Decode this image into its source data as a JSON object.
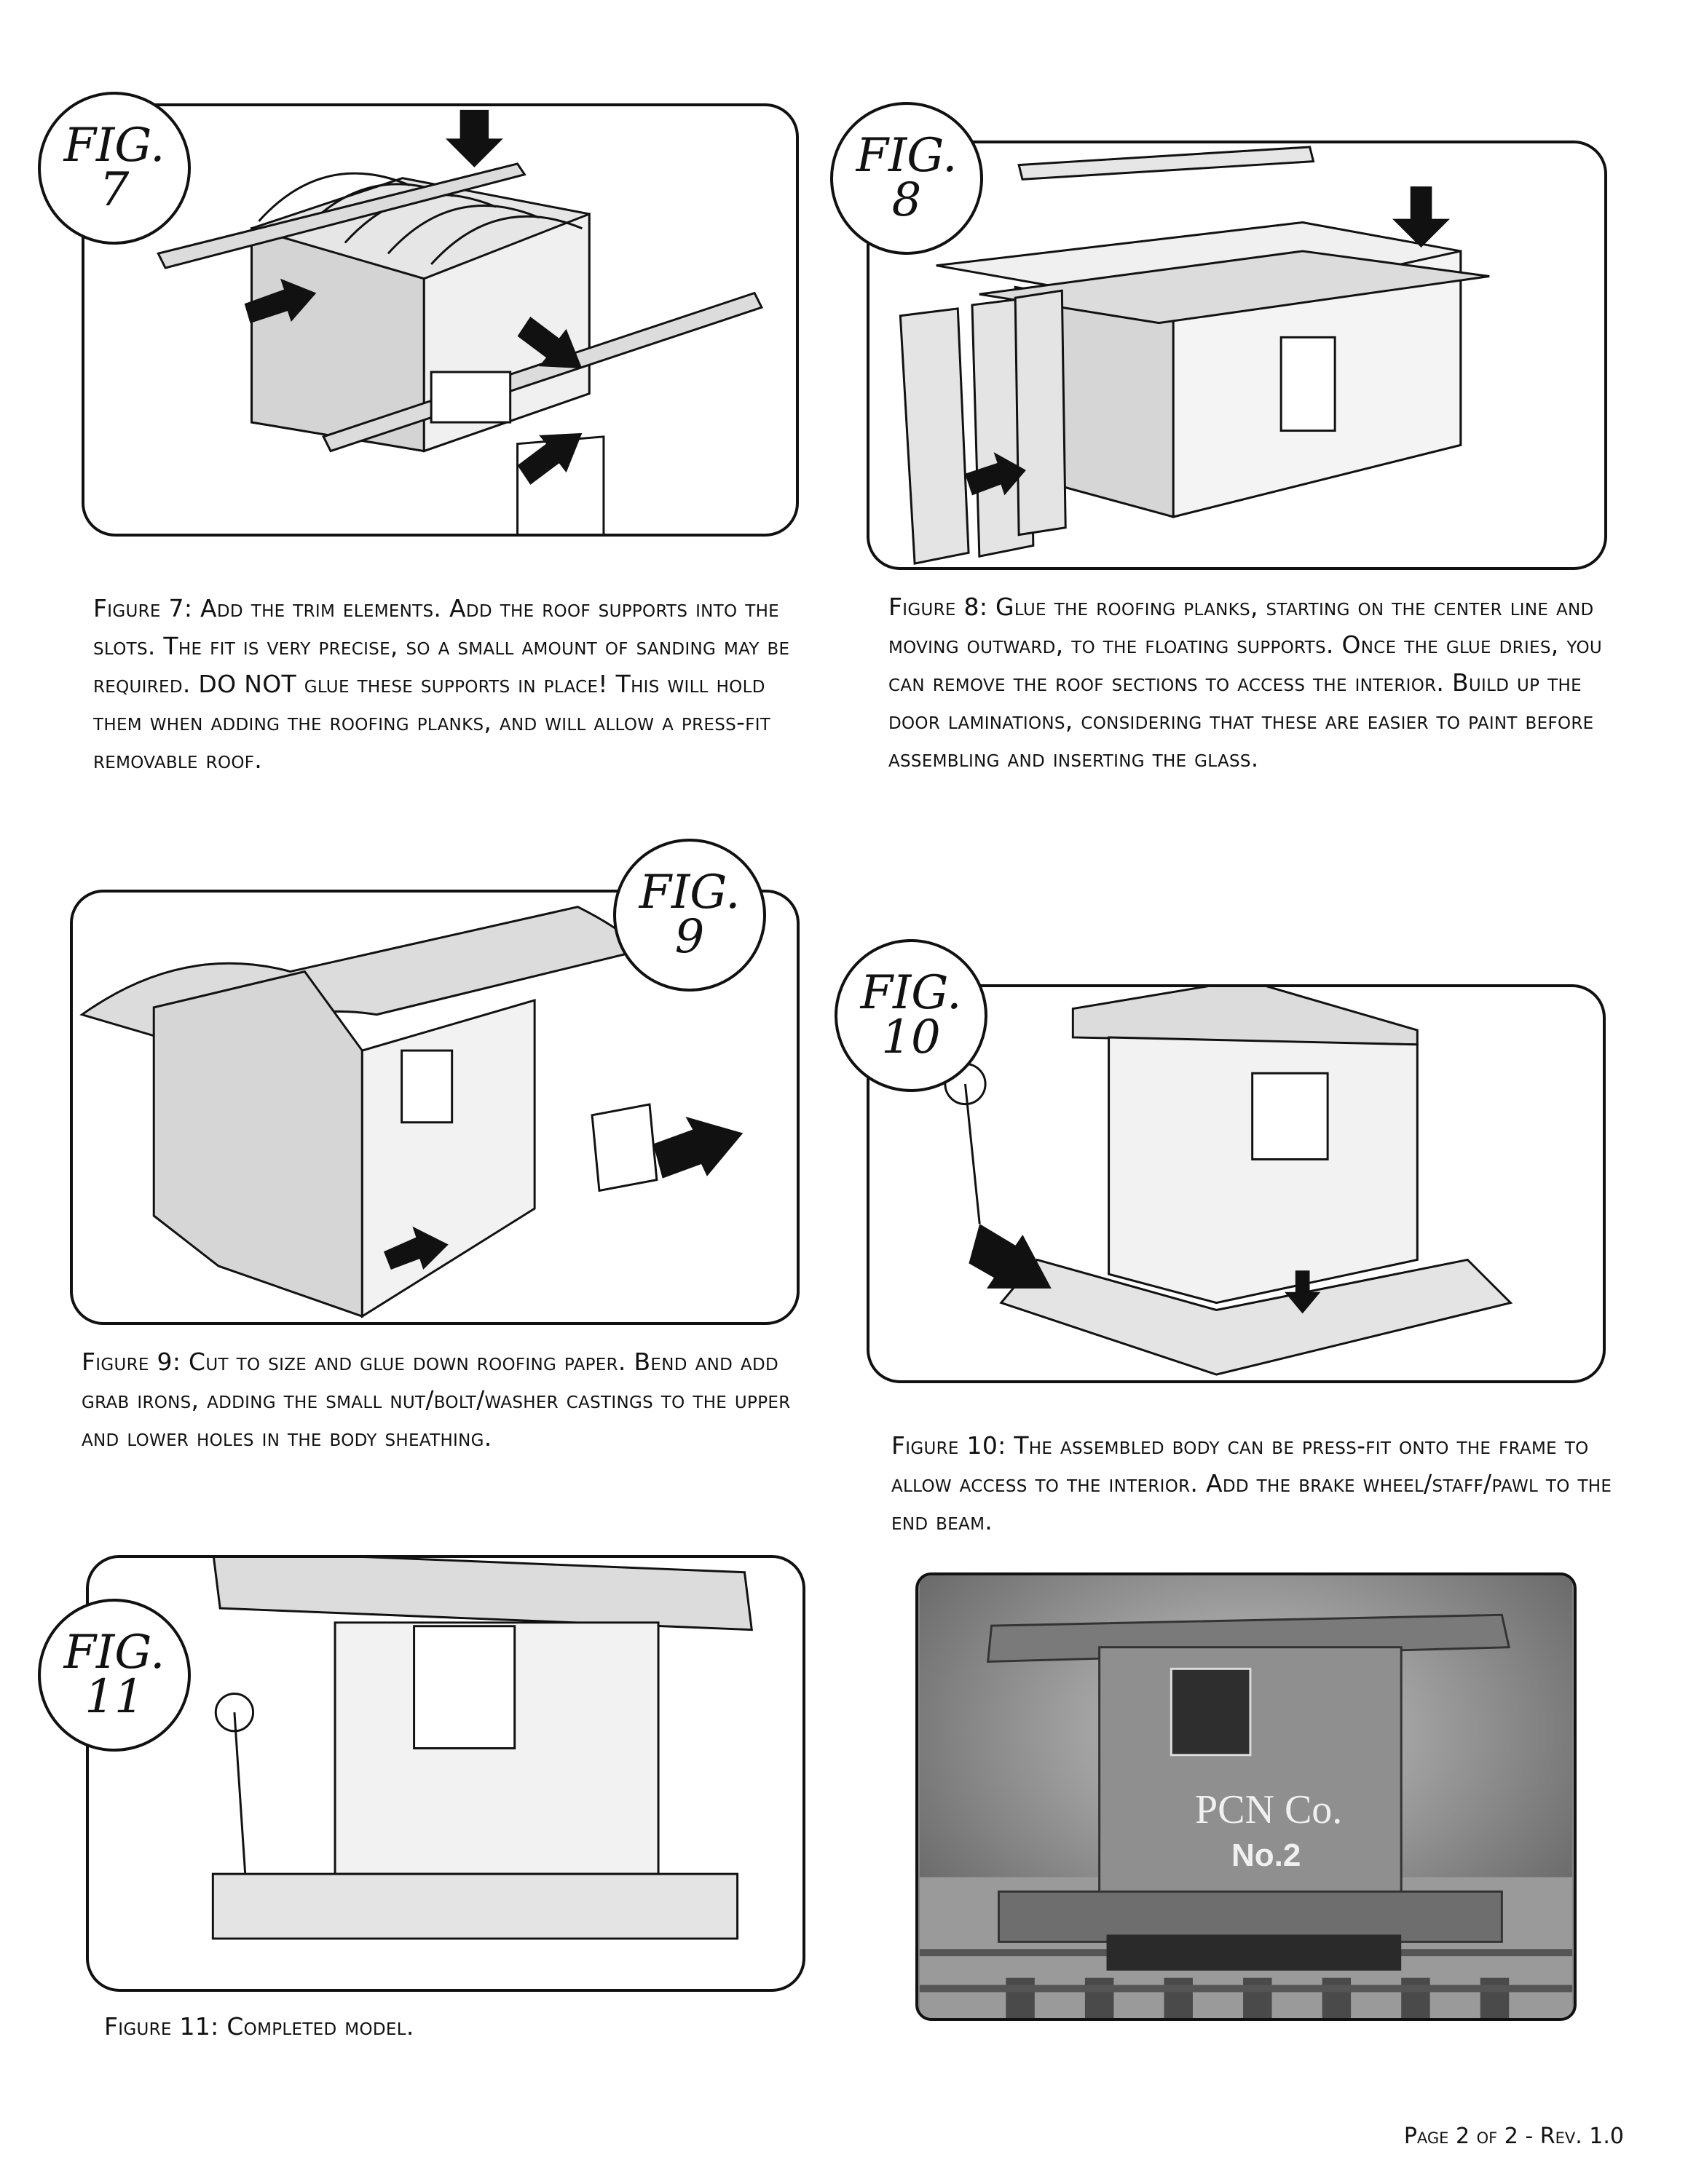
{
  "figures": [
    {
      "badge_word": "FIG.",
      "badge_num": "7",
      "caption": "Figure 7: Add the trim elements. Add the roof supports into the slots. The fit is very precise, so a small amount of sanding may be required. DO NOT glue these supports in place! This will hold them when adding the roofing planks, and will allow a press-fit removable roof."
    },
    {
      "badge_word": "FIG.",
      "badge_num": "8",
      "caption": "Figure 8: Glue the roofing planks, starting on the center line and moving outward, to the floating supports. Once the glue dries, you can remove the roof sections to access the interior. Build up the door laminations, considering that these are easier to paint before assembling and inserting the glass."
    },
    {
      "badge_word": "FIG.",
      "badge_num": "9",
      "caption": "Figure 9: Cut to size and glue down roofing paper. Bend and add grab irons, adding the small nut/bolt/washer castings to the upper and lower holes in the body sheathing."
    },
    {
      "badge_word": "FIG.",
      "badge_num": "10",
      "caption": "Figure 10: The assembled body can be press-fit onto the frame to allow access to the interior. Add the brake wheel/staff/pawl to the end beam."
    },
    {
      "badge_word": "FIG.",
      "badge_num": "11",
      "caption": "Figure 11: Completed model."
    }
  ],
  "photo": {
    "lettering_line1": "PCN Co.",
    "lettering_line2": "No.2"
  },
  "footer": "Page 2 of 2 - Rev. 1.0"
}
